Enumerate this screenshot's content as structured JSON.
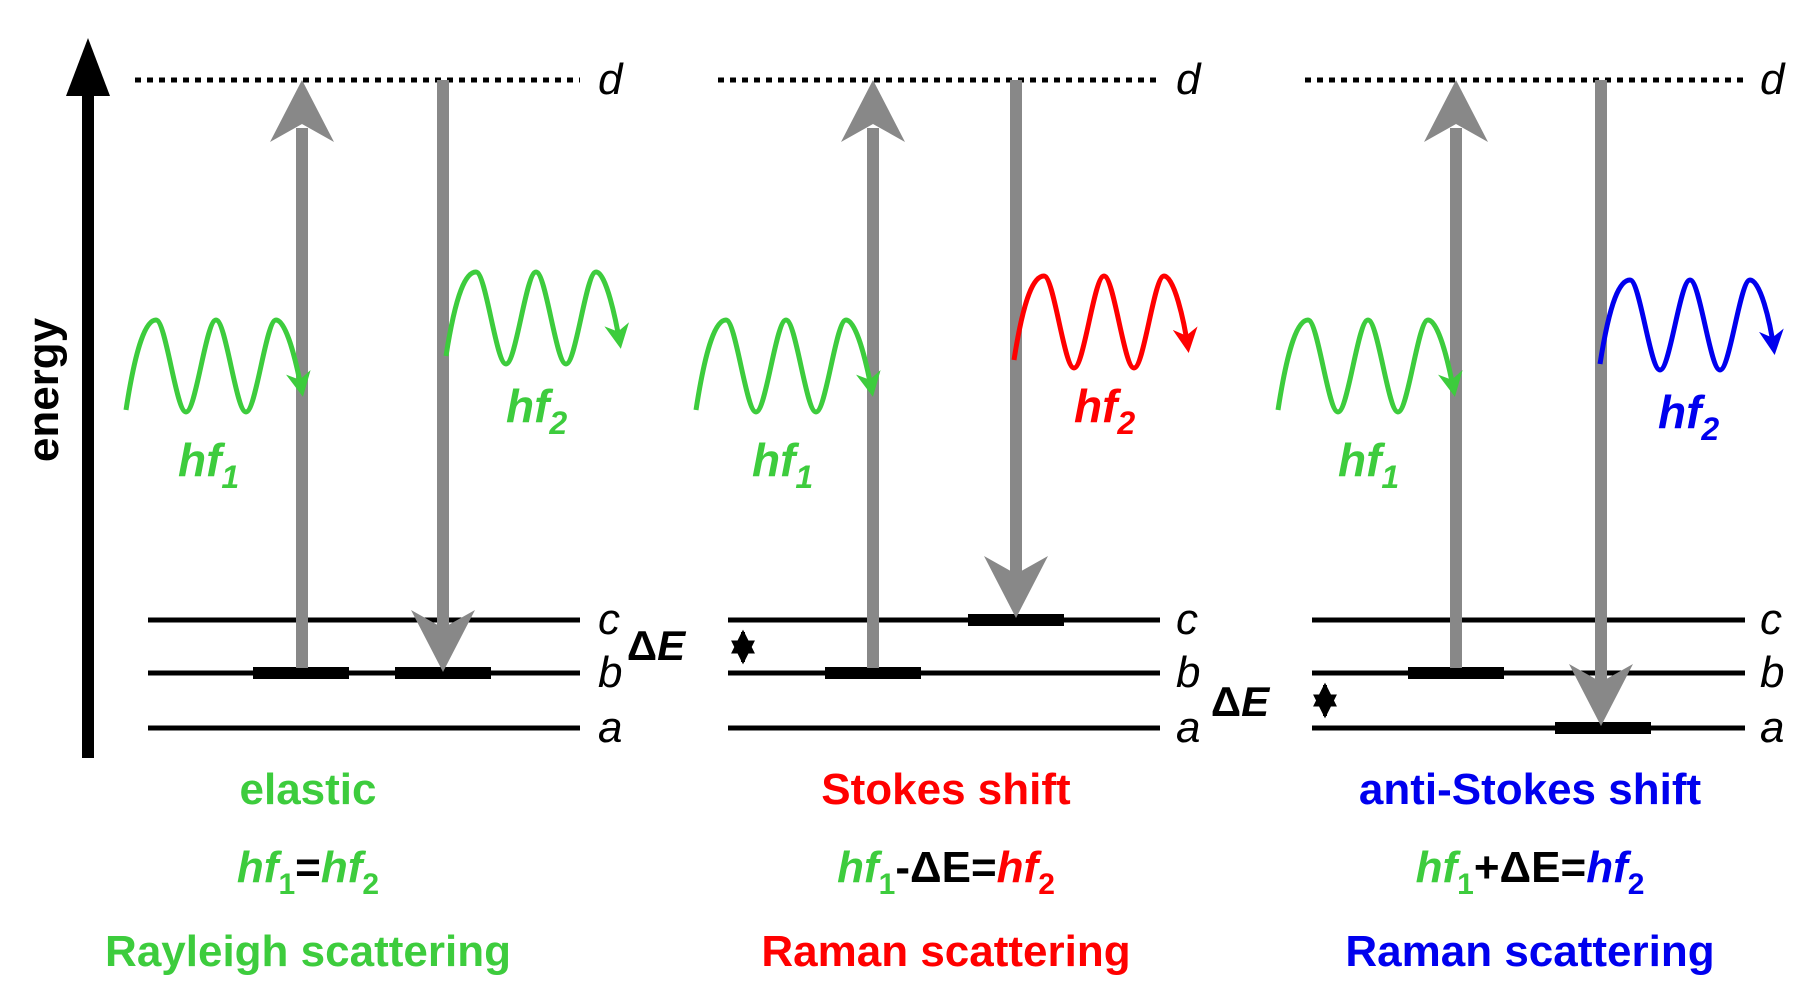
{
  "colors": {
    "green": "#3dcc3d",
    "red": "#ff0000",
    "blue": "#0000ee",
    "gray": "#888888",
    "black": "#000000"
  },
  "axis": {
    "label": "energy"
  },
  "levels": {
    "a": "a",
    "b": "b",
    "c": "c",
    "d": "d"
  },
  "photon": {
    "h": "hf",
    "sub1": "1",
    "sub2": "2"
  },
  "delta": {
    "symbol": "Δ",
    "var": "E"
  },
  "panels": [
    {
      "id": "rayleigh",
      "title": "elastic",
      "equation": {
        "lhs_h": "hf",
        "lhs_sub": "1",
        "op": "=",
        "rhs_h": "hf",
        "rhs_sub": "2"
      },
      "scattering": "Rayleigh scattering",
      "emitted_color": "#3dcc3d",
      "title_color": "#3dcc3d"
    },
    {
      "id": "stokes",
      "title": "Stokes shift",
      "equation": {
        "lhs_h": "hf",
        "lhs_sub": "1",
        "mid": "-ΔE=",
        "rhs_h": "hf",
        "rhs_sub": "2"
      },
      "scattering": "Raman scattering",
      "emitted_color": "#ff0000",
      "title_color": "#ff0000"
    },
    {
      "id": "antistokes",
      "title": "anti-Stokes shift",
      "equation": {
        "lhs_h": "hf",
        "lhs_sub": "1",
        "mid": "+ΔE=",
        "rhs_h": "hf",
        "rhs_sub": "2"
      },
      "scattering": "Raman scattering",
      "emitted_color": "#0000ee",
      "title_color": "#0000ee"
    }
  ]
}
